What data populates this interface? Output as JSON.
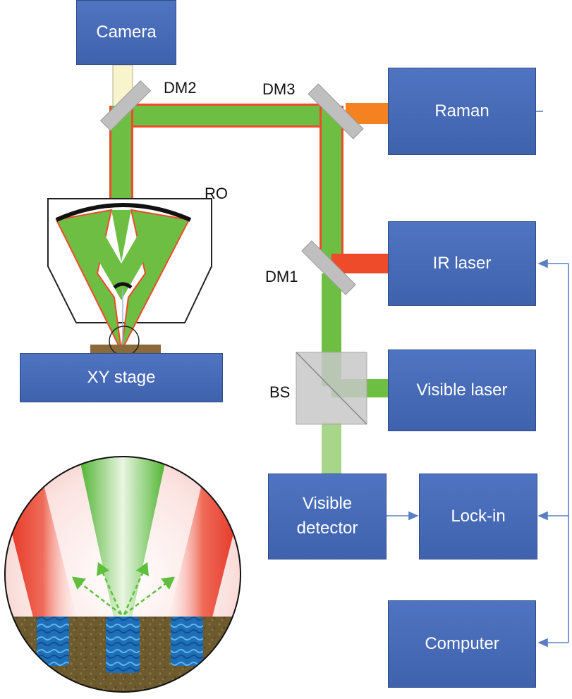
{
  "boxes": {
    "camera": "Camera",
    "raman": "Raman",
    "ir_laser": "IR laser",
    "visible_laser": "Visible laser",
    "visible_detector": "Visible\ndetector",
    "lock_in": "Lock-in",
    "computer": "Computer",
    "xy_stage": "XY stage"
  },
  "labels": {
    "dm1": "DM1",
    "dm2": "DM2",
    "dm3": "DM3",
    "ro": "RO",
    "bs": "BS"
  },
  "colors": {
    "box_blue": "#4568b4",
    "beam_green": "#6fbe44",
    "beam_red": "#ee4b2b",
    "beam_orange": "#f58220",
    "detector_green": "#a7d68a",
    "camera_beam": "#f8f4cc",
    "mirror_gray": "#bfbfbf",
    "signal_line": "#5b7fc4"
  }
}
